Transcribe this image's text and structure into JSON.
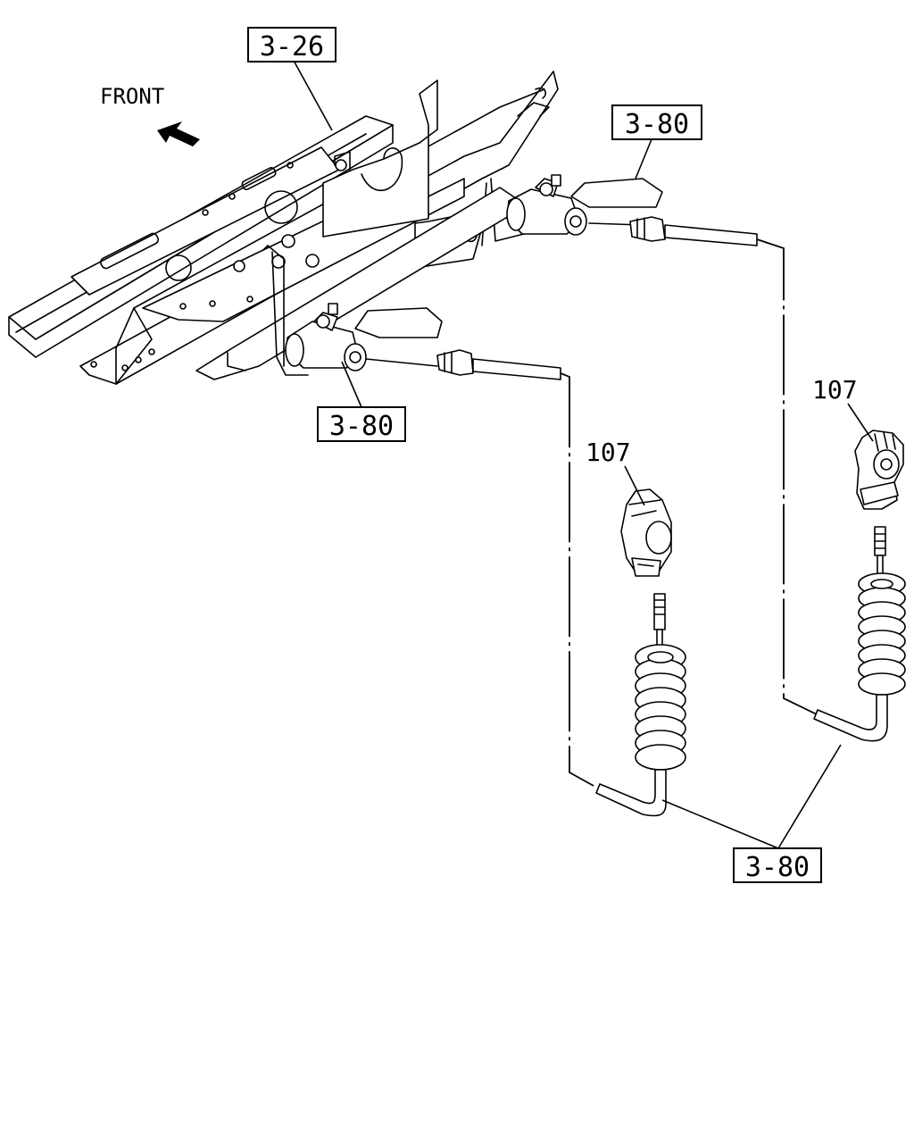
{
  "diagram": {
    "front_label": "FRONT",
    "references": {
      "top_frame": "3-26",
      "upper_valve": "3-80",
      "lower_valve": "3-80",
      "bottom_hoses": "3-80"
    },
    "parts": {
      "left_coupling": "107",
      "right_coupling": "107"
    },
    "icons": {
      "front_arrow": "arrow-front-icon"
    },
    "colors": {
      "ink": "#000000",
      "paper": "#ffffff"
    }
  }
}
